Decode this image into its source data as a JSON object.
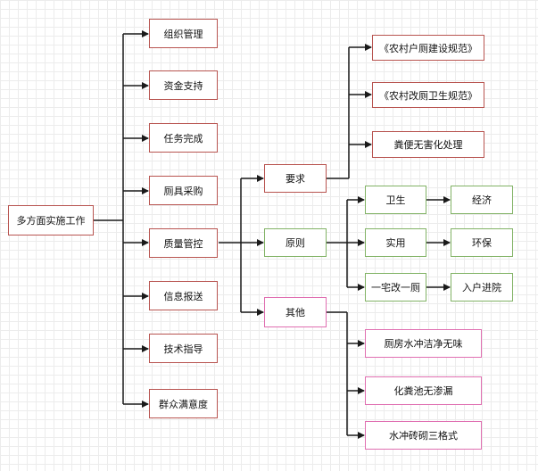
{
  "root": "多方面实施工作",
  "tasks": [
    "组织管理",
    "资金支持",
    "任务完成",
    "厕具采购",
    "质量管控",
    "信息报送",
    "技术指导",
    "群众满意度"
  ],
  "quality": {
    "requirements": {
      "label": "要求",
      "items": [
        "《农村户厕建设规范》",
        "《农村改厕卫生规范》",
        "粪便无害化处理"
      ]
    },
    "principles": {
      "label": "原则",
      "pairs": [
        [
          "卫生",
          "经济"
        ],
        [
          "实用",
          "环保"
        ],
        [
          "一宅改一厕",
          "入户进院"
        ]
      ]
    },
    "others": {
      "label": "其他",
      "items": [
        "厕房水冲洁净无味",
        "化粪池无渗漏",
        "水冲砖砌三格式"
      ]
    }
  },
  "colors": {
    "line": "#1a1a1a",
    "red": "#b85450",
    "green": "#82b366",
    "pink": "#e06fb1"
  }
}
